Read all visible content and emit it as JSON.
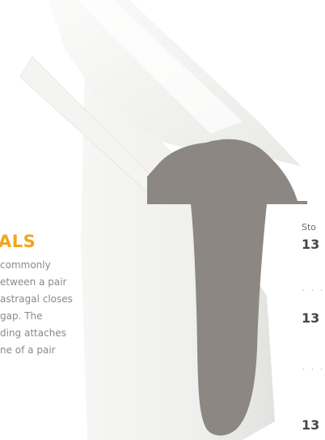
{
  "section": {
    "heading": "ALS",
    "description_lines": [
      "commonly",
      "etween a pair",
      "astragal closes",
      "gap. The",
      "ding attaches",
      "ne of a pair"
    ]
  },
  "specs": {
    "label": "Sto",
    "values": [
      "13",
      "13",
      "13"
    ]
  },
  "product_image": {
    "subject": "astragal-molding-profile",
    "colors": {
      "profile_cut": "#8c8782",
      "molding_body": "#f2f2f0",
      "accent": "#f0a61c"
    }
  }
}
